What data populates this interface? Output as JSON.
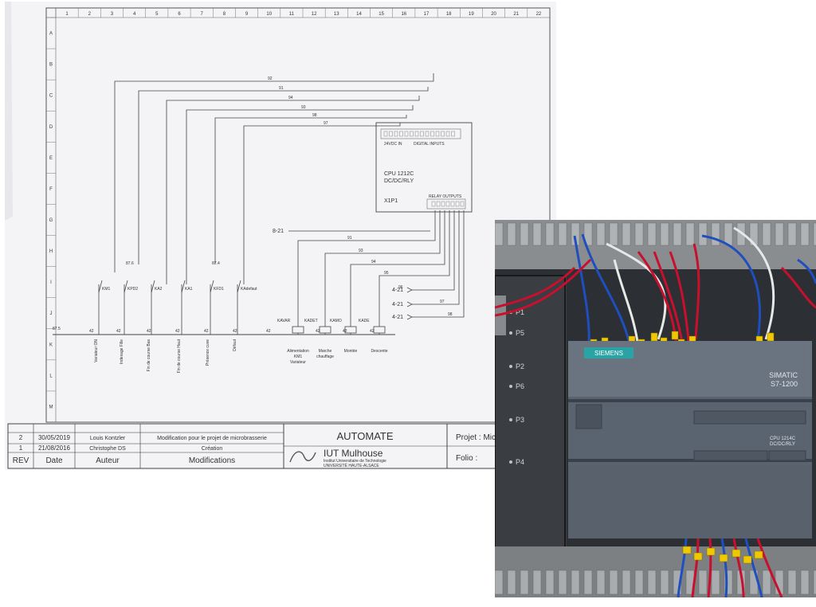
{
  "schematic": {
    "columns": [
      "1",
      "2",
      "3",
      "4",
      "5",
      "6",
      "7",
      "8",
      "9",
      "10",
      "11",
      "12",
      "13",
      "14",
      "15",
      "16",
      "17",
      "18",
      "19",
      "20",
      "21",
      "22"
    ],
    "rows": [
      "A",
      "B",
      "C",
      "D",
      "E",
      "F",
      "G",
      "H",
      "I",
      "J",
      "K",
      "L",
      "M"
    ],
    "plc": {
      "model": "CPU 1212C",
      "variant": "DC/DC/RLY",
      "connector": "X1P1",
      "relay_outputs_label": "RELAY OUTPUTS",
      "inputs_label": "DIGITAL INPUTS"
    },
    "wire_numbers_top": [
      "92",
      "91",
      "94",
      "93",
      "98",
      "97"
    ],
    "wire_numbers_bottom": [
      "91",
      "93",
      "94",
      "95",
      "96",
      "97",
      "98"
    ],
    "sheet_refs": {
      "input_ref": "8-21",
      "output_refs": [
        "4-21",
        "4-21",
        "4-21"
      ],
      "left_ref": "87.5"
    },
    "input_contacts": [
      {
        "tag": "KM1",
        "label": "Variateur ON",
        "ref": ""
      },
      {
        "tag": "KPD2",
        "label": "Indexage Fille",
        "ref": "87.6"
      },
      {
        "tag": "KA2",
        "label": "Fin de course Bas",
        "ref": ""
      },
      {
        "tag": "KA1",
        "label": "Fin de course Haut",
        "ref": ""
      },
      {
        "tag": "KFD1",
        "label": "Présence cuve",
        "ref": "87.4"
      },
      {
        "tag": "KAdefaut",
        "label": "Défaut",
        "ref": ""
      }
    ],
    "output_coils": [
      {
        "tag": "KAVAR",
        "label": "Alimentation KM1 Variateur"
      },
      {
        "tag": "KADET",
        "label": "Marche chauffage"
      },
      {
        "tag": "KAMO",
        "label": "Montée"
      },
      {
        "tag": "KADE",
        "label": "Descente"
      }
    ],
    "bus_wire": "42",
    "title_block": {
      "revisions": [
        {
          "rev": "2",
          "date": "30/05/2019",
          "author": "Louis Kontzler",
          "modification": "Modification pour le projet de microbrasserie"
        },
        {
          "rev": "1",
          "date": "21/08/2016",
          "author": "Christophe DS",
          "modification": "Création"
        }
      ],
      "headers": {
        "rev": "REV",
        "date": "Date",
        "author": "Auteur",
        "modifications": "Modifications"
      },
      "title": "AUTOMATE",
      "project_label": "Projet : Mic",
      "folio_label": "Folio :",
      "institution_name": "IUT Mulhouse",
      "institution_sub": "Institut Universitaire de Technologie",
      "university": "UNIVERSITÉ HAUTE-ALSACE"
    }
  },
  "photo": {
    "brand": "SIEMENS",
    "series": "SIMATIC",
    "model": "S7-1200",
    "cpu_label": "CPU 1214C",
    "cpu_variant": "DC/DC/RLY",
    "slot_labels": [
      "P1",
      "P5",
      "P2",
      "P6",
      "P3",
      "P4"
    ],
    "colors": {
      "wire_red": "#c8102e",
      "wire_blue": "#1f4fbf",
      "wire_white": "#e8e8e8",
      "terminal_yellow": "#f0c800",
      "plc_body": "#5a6470",
      "siemens_teal": "#2aa3a5"
    }
  }
}
